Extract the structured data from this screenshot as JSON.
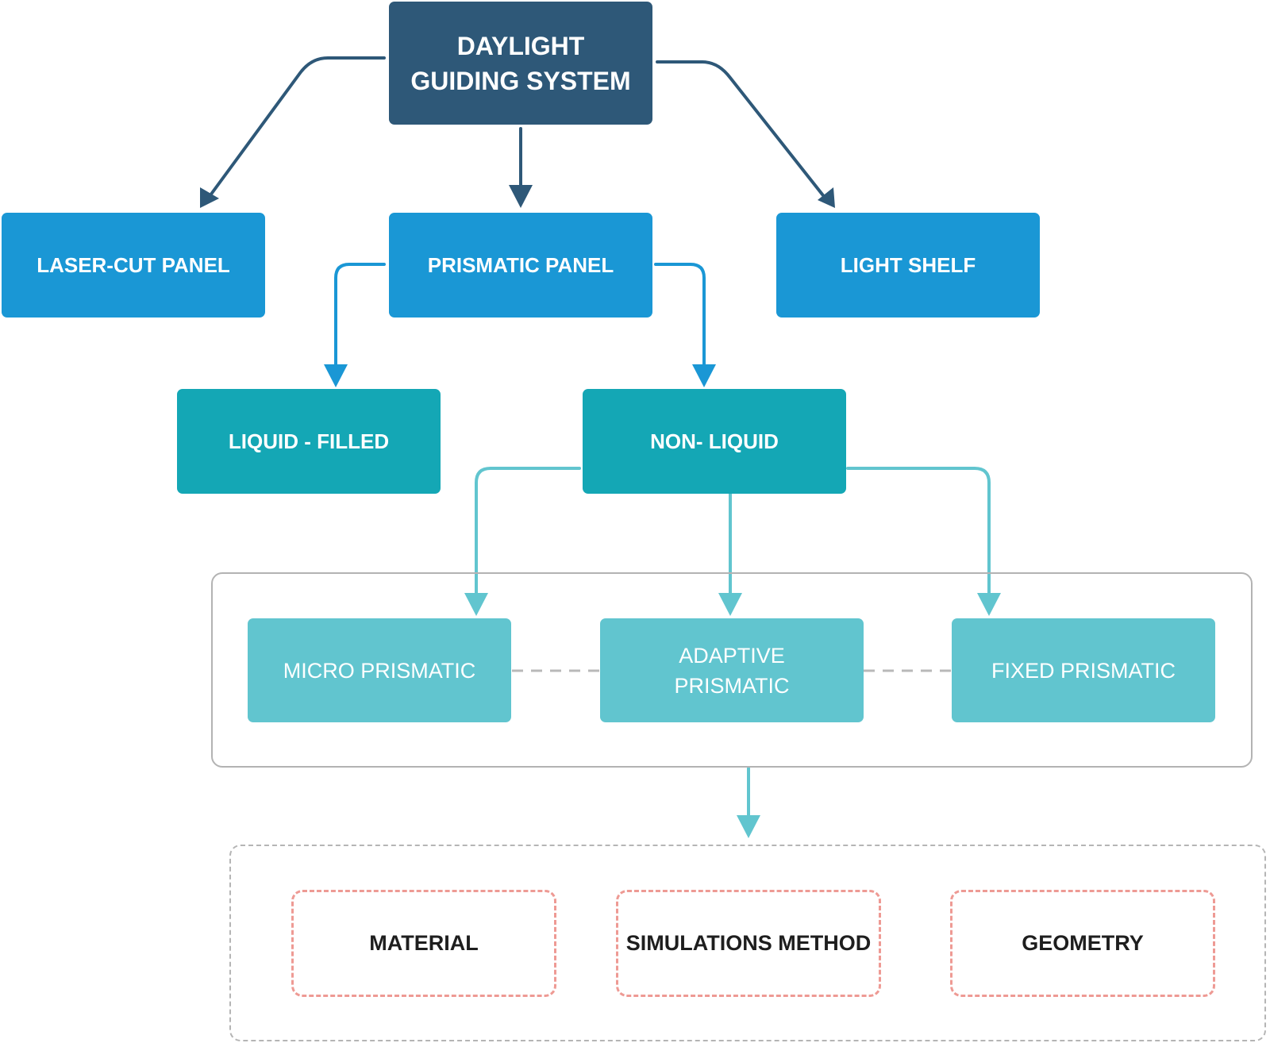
{
  "root": {
    "line1": "DAYLIGHT",
    "line2": "GUIDING SYSTEM"
  },
  "level1": {
    "laser_cut": "LASER-CUT PANEL",
    "prismatic": "PRISMATIC PANEL",
    "light_shelf": "LIGHT SHELF"
  },
  "level2": {
    "liquid_filled": "LIQUID - FILLED",
    "non_liquid": "NON- LIQUID"
  },
  "level3": {
    "micro": "MICRO PRISMATIC",
    "adaptive_line1": "ADAPTIVE",
    "adaptive_line2": "PRISMATIC",
    "fixed": "FIXED PRISMATIC"
  },
  "factors": {
    "material": "MATERIAL",
    "simulations_line1": "SIMULATIONS",
    "simulations_line2": "METHOD",
    "geometry": "GEOMETRY"
  },
  "colors": {
    "root": "#2e5878",
    "level1": "#1a97d5",
    "level2": "#14a7b5",
    "level3": "#61c5cf",
    "factor_border": "#ee9a94",
    "frame": "#b3b3b3"
  }
}
